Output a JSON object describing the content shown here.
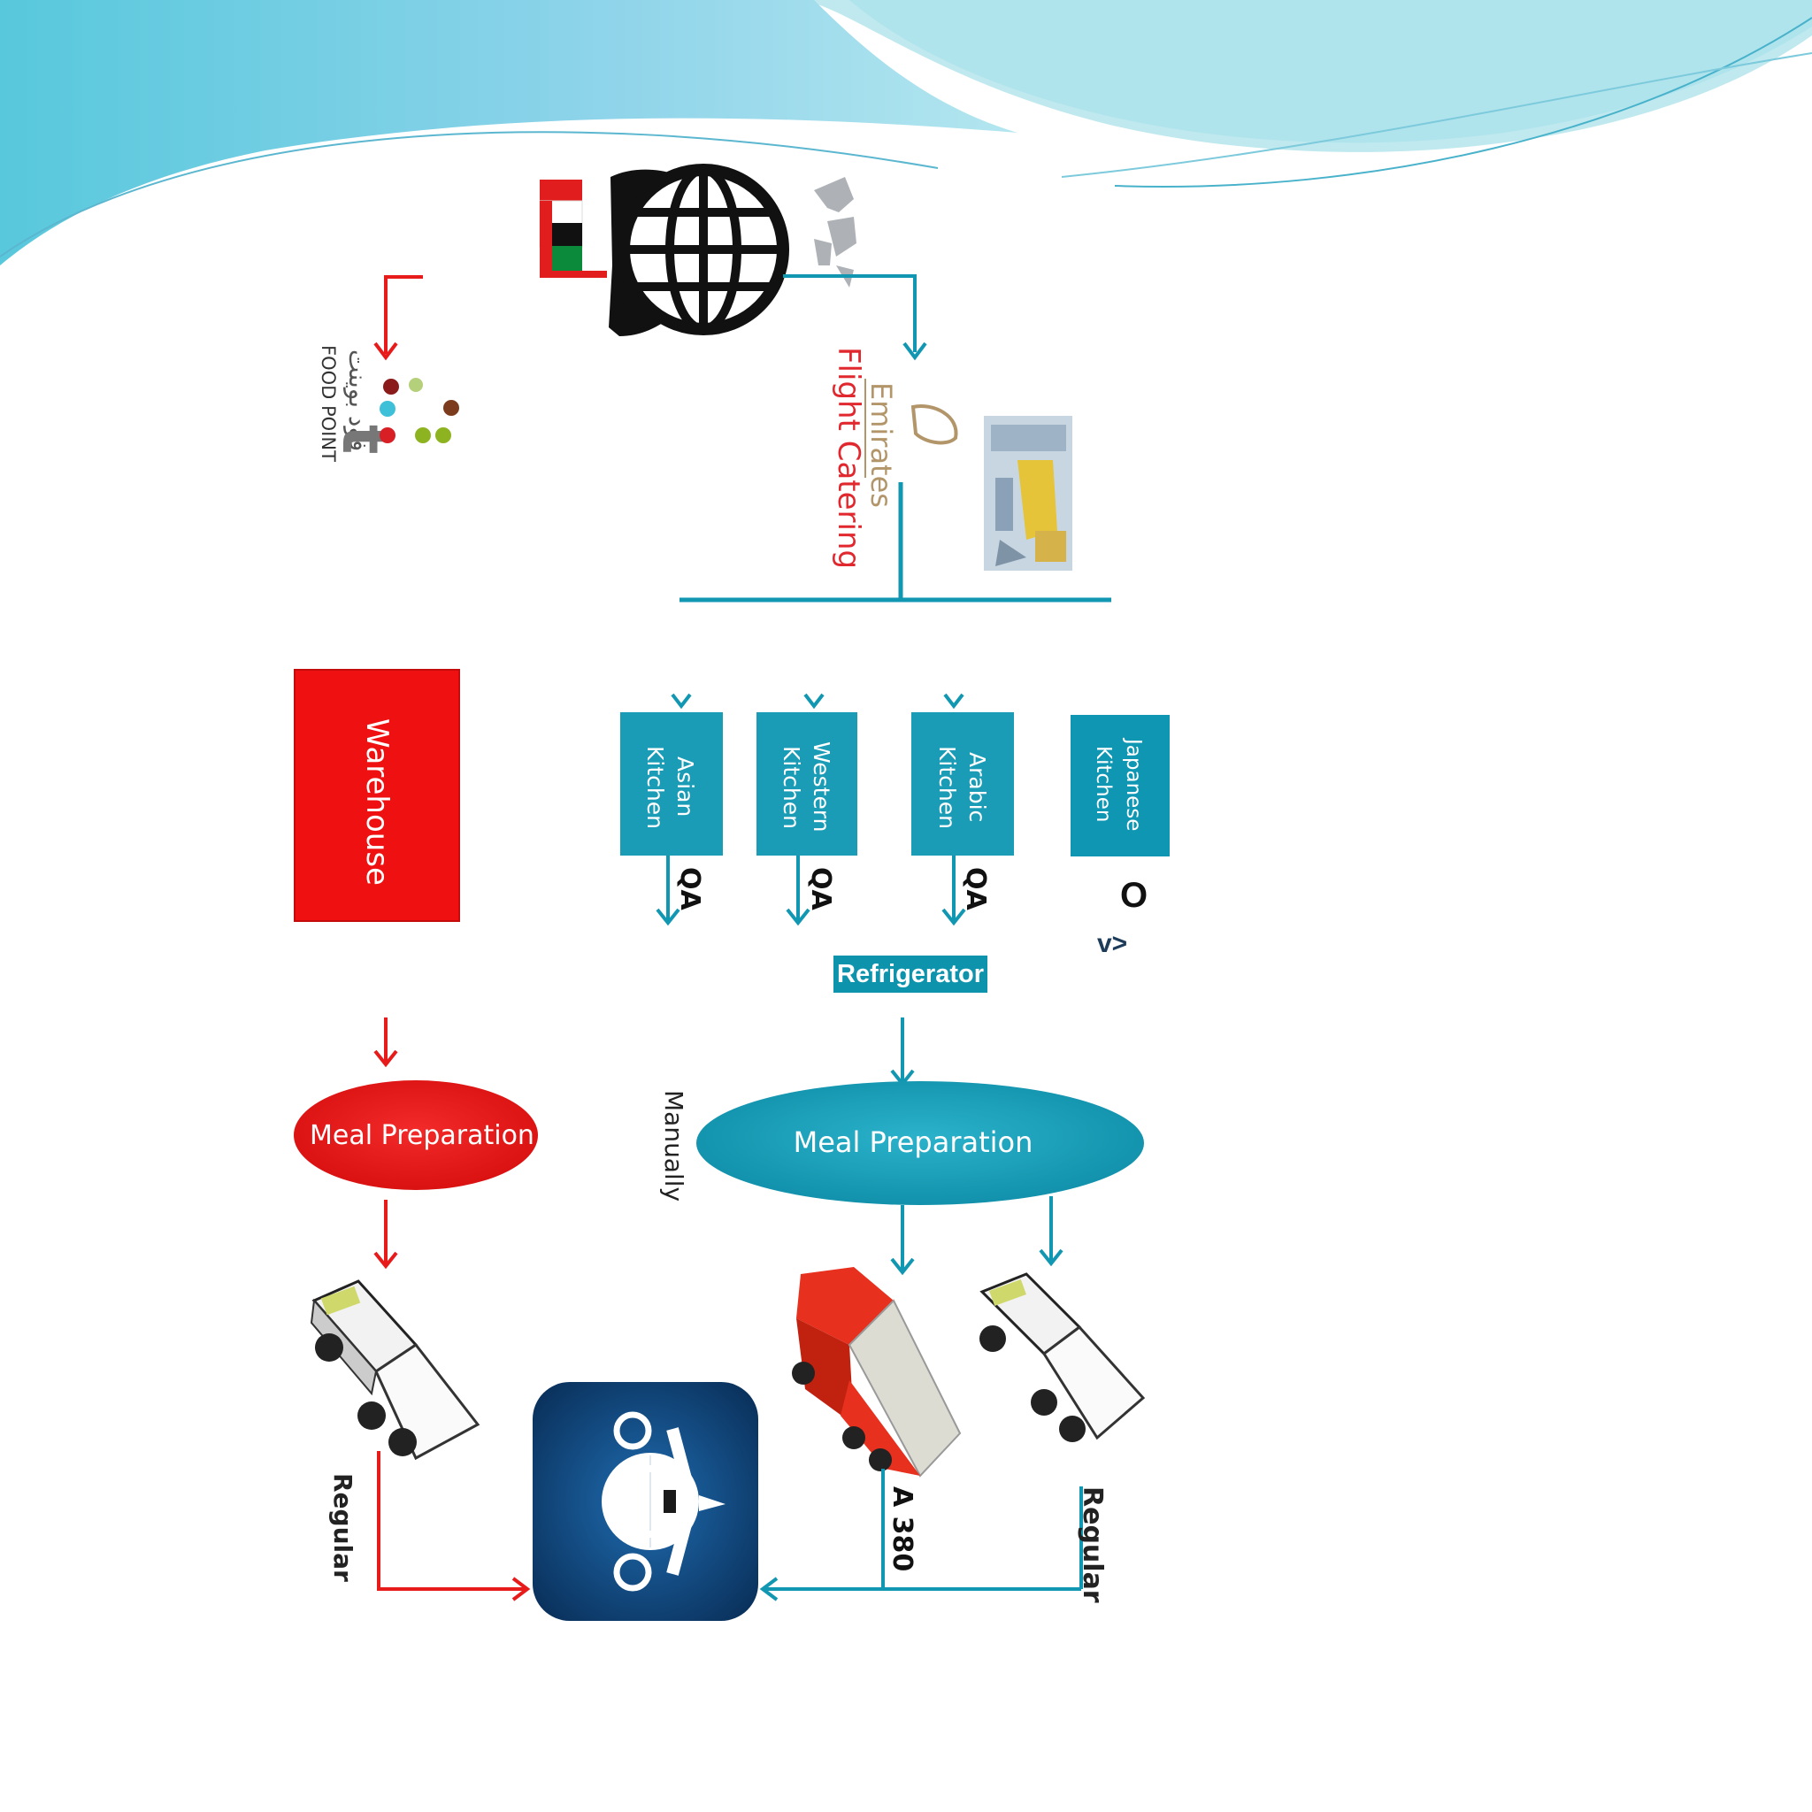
{
  "colors": {
    "red": "#e81b1b",
    "teal": "#1197b1",
    "teal_box": "#1a9cb6",
    "navy": "#0b3a6b",
    "wave_light": "#a8e2ea",
    "wave_dark": "#6cc9dd"
  },
  "icons": [
    "uae-flag-icon",
    "handshake-globe-icon",
    "world-map-icon",
    "food-point-logo",
    "emirates-flight-catering-logo",
    "kitchen-photo",
    "truck-icon",
    "red-truck-icon",
    "airplane-app-icon"
  ],
  "logos": {
    "food_point": "FOOD POINT",
    "food_point_arabic": "فود بوينت",
    "emirates_line1": "Emirates",
    "emirates_line2": "Flight Catering"
  },
  "nodes": {
    "warehouse": "Warehouse",
    "kitchens": [
      {
        "line1": "Asian",
        "line2": "Kitchen"
      },
      {
        "line1": "Western",
        "line2": "Kitchen"
      },
      {
        "line1": "Arabic",
        "line2": "Kitchen"
      },
      {
        "line1": "Japanese",
        "line2": "Kitchen"
      }
    ],
    "qa": "QA",
    "refrigerator": "Refrigerator",
    "stray_o": "O",
    "stray_v": "v>",
    "meal_prep_red": "Meal Preparation",
    "meal_prep_teal": "Meal Preparation",
    "manually": "Manually",
    "regular_left": "Regular",
    "a380": "A 380",
    "regular_right": "Regular"
  }
}
